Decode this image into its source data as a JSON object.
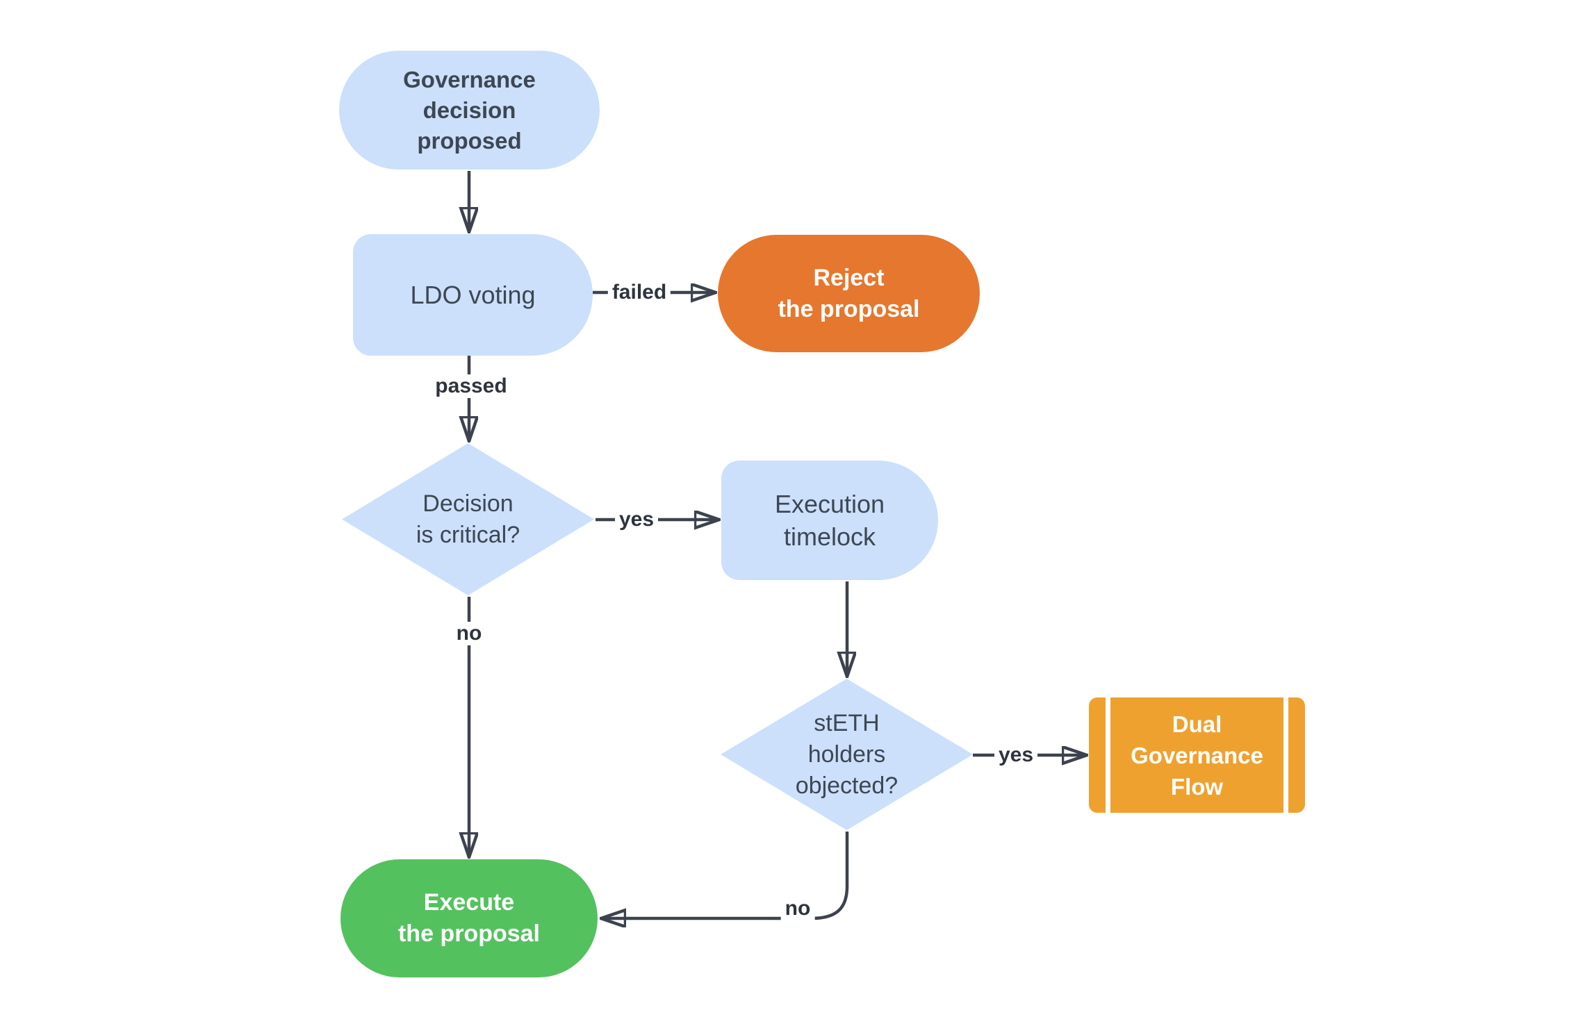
{
  "colors": {
    "background": "#FFFFFF",
    "node_blue": "#CCE0FB",
    "node_orange": "#E6772E",
    "node_green": "#54C15F",
    "node_amber": "#EFA12F",
    "node_text_dark": "#3D4753",
    "node_text_light": "#FFFFFF",
    "edge_color": "#3C434E",
    "edge_label_color": "#2E343D"
  },
  "flowchart": {
    "nodes": {
      "start": {
        "label": "Governance\ndecision\nproposed",
        "shape": "pill",
        "color": "blue"
      },
      "ldo_voting": {
        "label": "LDO voting",
        "shape": "process",
        "color": "blue"
      },
      "reject": {
        "label": "Reject\nthe proposal",
        "shape": "pill",
        "color": "orange"
      },
      "decision_critical": {
        "label": "Decision\nis critical?",
        "shape": "diamond",
        "color": "blue"
      },
      "execution_timelock": {
        "label": "Execution\ntimelock",
        "shape": "process",
        "color": "blue"
      },
      "steth_objected": {
        "label": "stETH\nholders\nobjected?",
        "shape": "diamond",
        "color": "blue"
      },
      "dual_governance": {
        "label": "Dual\nGovernance\nFlow",
        "shape": "subroutine",
        "color": "amber"
      },
      "execute": {
        "label": "Execute\nthe proposal",
        "shape": "pill",
        "color": "green"
      }
    },
    "edge_labels": {
      "failed": "failed",
      "passed": "passed",
      "critical_yes": "yes",
      "critical_no": "no",
      "objected_yes": "yes",
      "objected_no": "no"
    }
  }
}
